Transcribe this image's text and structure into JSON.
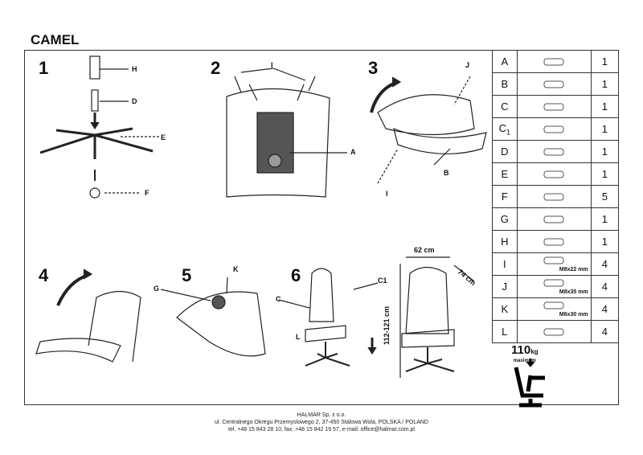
{
  "title": "CAMEL",
  "steps": [
    "1",
    "2",
    "3",
    "4",
    "5",
    "6"
  ],
  "labels": {
    "H": "H",
    "D": "D",
    "E": "E",
    "F": "F",
    "I": "I",
    "A": "A",
    "J": "J",
    "B": "B",
    "K": "K",
    "G": "G",
    "C": "C",
    "C1": "C1",
    "L": "L"
  },
  "dimensions": {
    "width": "62 cm",
    "depth": "74 cm",
    "height": "112-121 cm"
  },
  "parts": [
    {
      "letter": "A",
      "qty": "1"
    },
    {
      "letter": "B",
      "qty": "1"
    },
    {
      "letter": "C",
      "qty": "1"
    },
    {
      "letter": "C1",
      "qty": "1"
    },
    {
      "letter": "D",
      "qty": "1"
    },
    {
      "letter": "E",
      "qty": "1"
    },
    {
      "letter": "F",
      "qty": "5"
    },
    {
      "letter": "G",
      "qty": "1"
    },
    {
      "letter": "H",
      "qty": "1"
    },
    {
      "letter": "I",
      "qty": "4",
      "size": "M8x22 mm"
    },
    {
      "letter": "J",
      "qty": "4",
      "size": "M8x35 mm"
    },
    {
      "letter": "K",
      "qty": "4",
      "size": "M6x30 mm"
    },
    {
      "letter": "L",
      "qty": "4"
    }
  ],
  "max_load": {
    "value": "110",
    "unit": "kg",
    "note": "maximum"
  },
  "footer": {
    "company": "HALMAR Sp. z o.o.",
    "address": "ul. Centralnego Okregu Przemyslowego 2, 37-450 Stalowa Wola, POLSKA / POLAND",
    "contact": "tel. +48 15 843 28 10, fax: +48 15 842 19 57, e-mail: office@halmar.com.pl"
  }
}
